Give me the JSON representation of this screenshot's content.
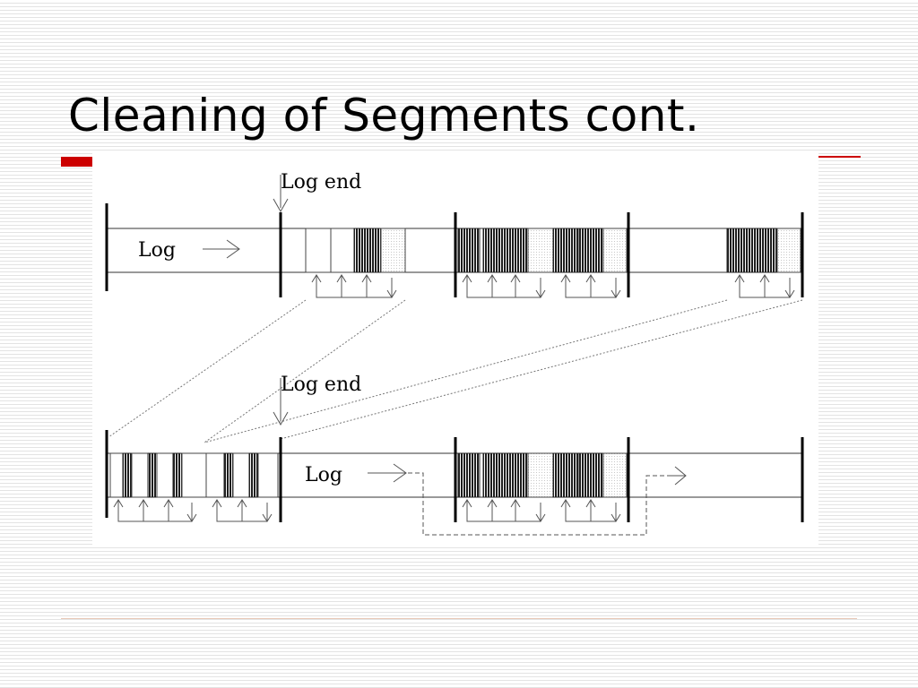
{
  "slide": {
    "title": "Cleaning of Segments cont.",
    "accent_color": "#cc0000"
  },
  "diagram": {
    "top": {
      "log_end_label": "Log end",
      "log_label": "Log"
    },
    "bottom": {
      "log_end_label": "Log end",
      "log_label": "Log"
    }
  }
}
